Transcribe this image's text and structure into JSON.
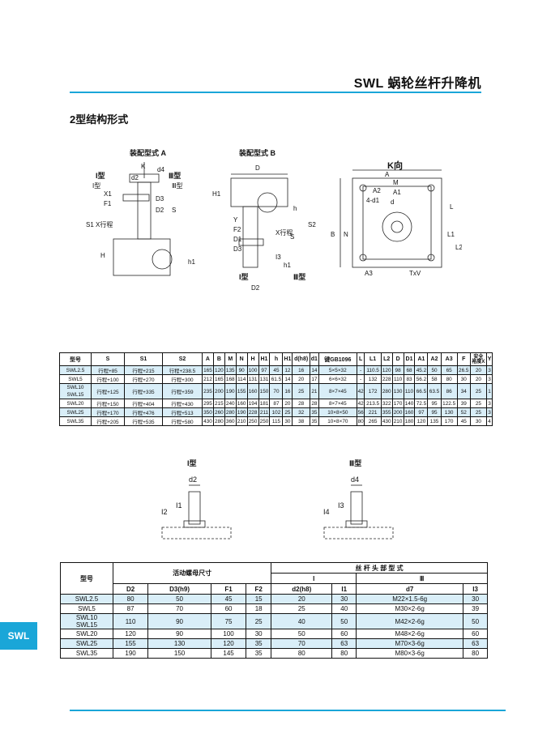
{
  "header": {
    "title": "SWL 蜗轮丝杆升降机"
  },
  "section": {
    "title": "2型结构形式"
  },
  "drawings": {
    "assemblyA": "装配型式 A",
    "assemblyB": "装配型式 B",
    "kview": "K向",
    "type1": "I型",
    "type3": "Ⅲ型",
    "small1": "I型",
    "small3": "Ⅲ型",
    "dimA": [
      "K",
      "d2",
      "d4",
      "Ⅲ型",
      "I型",
      "X1",
      "F1",
      "D3",
      "D2",
      "S",
      "S1",
      "X行程",
      "H",
      "h1"
    ],
    "dimB": [
      "D",
      "H1",
      "h",
      "S2",
      "Y",
      "F2",
      "D1",
      "D3",
      "X行程",
      "S",
      "I3",
      "h1",
      "I型",
      "Ⅲ型",
      "D2"
    ],
    "dimK": [
      "A",
      "M",
      "A2",
      "A1",
      "4-d1",
      "d",
      "L",
      "B",
      "N",
      "L1",
      "L2",
      "A3",
      "TxV"
    ],
    "dimSmall": [
      "d2",
      "I1",
      "I2",
      "d4",
      "I3",
      "I4"
    ]
  },
  "table1": {
    "headers": [
      "型号",
      "S",
      "S1",
      "S2",
      "A",
      "B",
      "M",
      "N",
      "H",
      "H1",
      "h",
      "H1",
      "d(h8)",
      "d1",
      "键GB1096",
      "L",
      "L1",
      "L2",
      "D",
      "D1",
      "A1",
      "A2",
      "A3",
      "F",
      "安全\n裕度X",
      "Y"
    ],
    "rows": [
      [
        "SWL2.5",
        "行程+85",
        "行程+215",
        "行程+238.5",
        "165",
        "120",
        "135",
        "90",
        "100",
        "97",
        "45",
        "12",
        "16",
        "14",
        "5×5×32",
        "-",
        "110.5",
        "120",
        "98",
        "68",
        "45.2",
        "50",
        "65",
        "26.5",
        "20",
        "3"
      ],
      [
        "SWL5",
        "行程+100",
        "行程+270",
        "行程+300",
        "212",
        "165",
        "168",
        "114",
        "131",
        "131",
        "61.5",
        "14",
        "20",
        "17",
        "6×6×32",
        "-",
        "132",
        "228",
        "110",
        "83",
        "56.2",
        "58",
        "80",
        "30",
        "20",
        "3"
      ],
      [
        "SWL10\nSWL15",
        "行程+125",
        "行程+335",
        "行程+359",
        "235",
        "200",
        "190",
        "155",
        "160",
        "150",
        "70",
        "16",
        "25",
        "21",
        "8×7×45",
        "42",
        "172",
        "280",
        "130",
        "110",
        "66.5",
        "63.5",
        "86",
        "34",
        "25",
        "1"
      ],
      [
        "SWL20",
        "行程+150",
        "行程+404",
        "行程+430",
        "295",
        "215",
        "240",
        "160",
        "194",
        "181",
        "87",
        "20",
        "28",
        "28",
        "8×7×45",
        "42",
        "213.5",
        "322",
        "170",
        "140",
        "72.5",
        "95",
        "122.5",
        "39",
        "25",
        "3"
      ],
      [
        "SWL25",
        "行程+170",
        "行程+476",
        "行程+513",
        "350",
        "260",
        "280",
        "190",
        "228",
        "211",
        "102",
        "25",
        "32",
        "35",
        "10×8×50",
        "56",
        "221",
        "355",
        "200",
        "160",
        "97",
        "95",
        "130",
        "52",
        "25",
        "3"
      ],
      [
        "SWL35",
        "行程+205",
        "行程+535",
        "行程+580",
        "430",
        "280",
        "360",
        "210",
        "250",
        "250",
        "115",
        "30",
        "38",
        "35",
        "10×8×70",
        "80",
        "265",
        "430",
        "210",
        "180",
        "120",
        "135",
        "170",
        "45",
        "30",
        "4"
      ]
    ]
  },
  "table2": {
    "h_model": "型号",
    "h_nut": "活动螺母尺寸",
    "h_head": "丝 杆 头 部 型 式",
    "h_I": "I",
    "h_III": "Ⅲ",
    "cols": [
      "D2",
      "D3(h9)",
      "F1",
      "F2",
      "d2(h8)",
      "I1",
      "d7",
      "I3"
    ],
    "rows": [
      [
        "SWL2.5",
        "80",
        "50",
        "45",
        "15",
        "20",
        "30",
        "M22×1.5-6g",
        "30"
      ],
      [
        "SWL5",
        "87",
        "70",
        "60",
        "18",
        "25",
        "40",
        "M30×2-6g",
        "39"
      ],
      [
        "SWL10\nSWL15",
        "110",
        "90",
        "75",
        "25",
        "40",
        "50",
        "M42×2-6g",
        "50"
      ],
      [
        "SWL20",
        "120",
        "90",
        "100",
        "30",
        "50",
        "60",
        "M48×2-6g",
        "60"
      ],
      [
        "SWL25",
        "155",
        "130",
        "120",
        "35",
        "70",
        "63",
        "M70×3-6g",
        "63"
      ],
      [
        "SWL35",
        "190",
        "150",
        "145",
        "35",
        "80",
        "80",
        "M80×3-6g",
        "80"
      ]
    ]
  },
  "sideTab": {
    "label": "SWL"
  },
  "colors": {
    "accent": "#1aa6d8",
    "rowTint": "#d9eef8"
  }
}
